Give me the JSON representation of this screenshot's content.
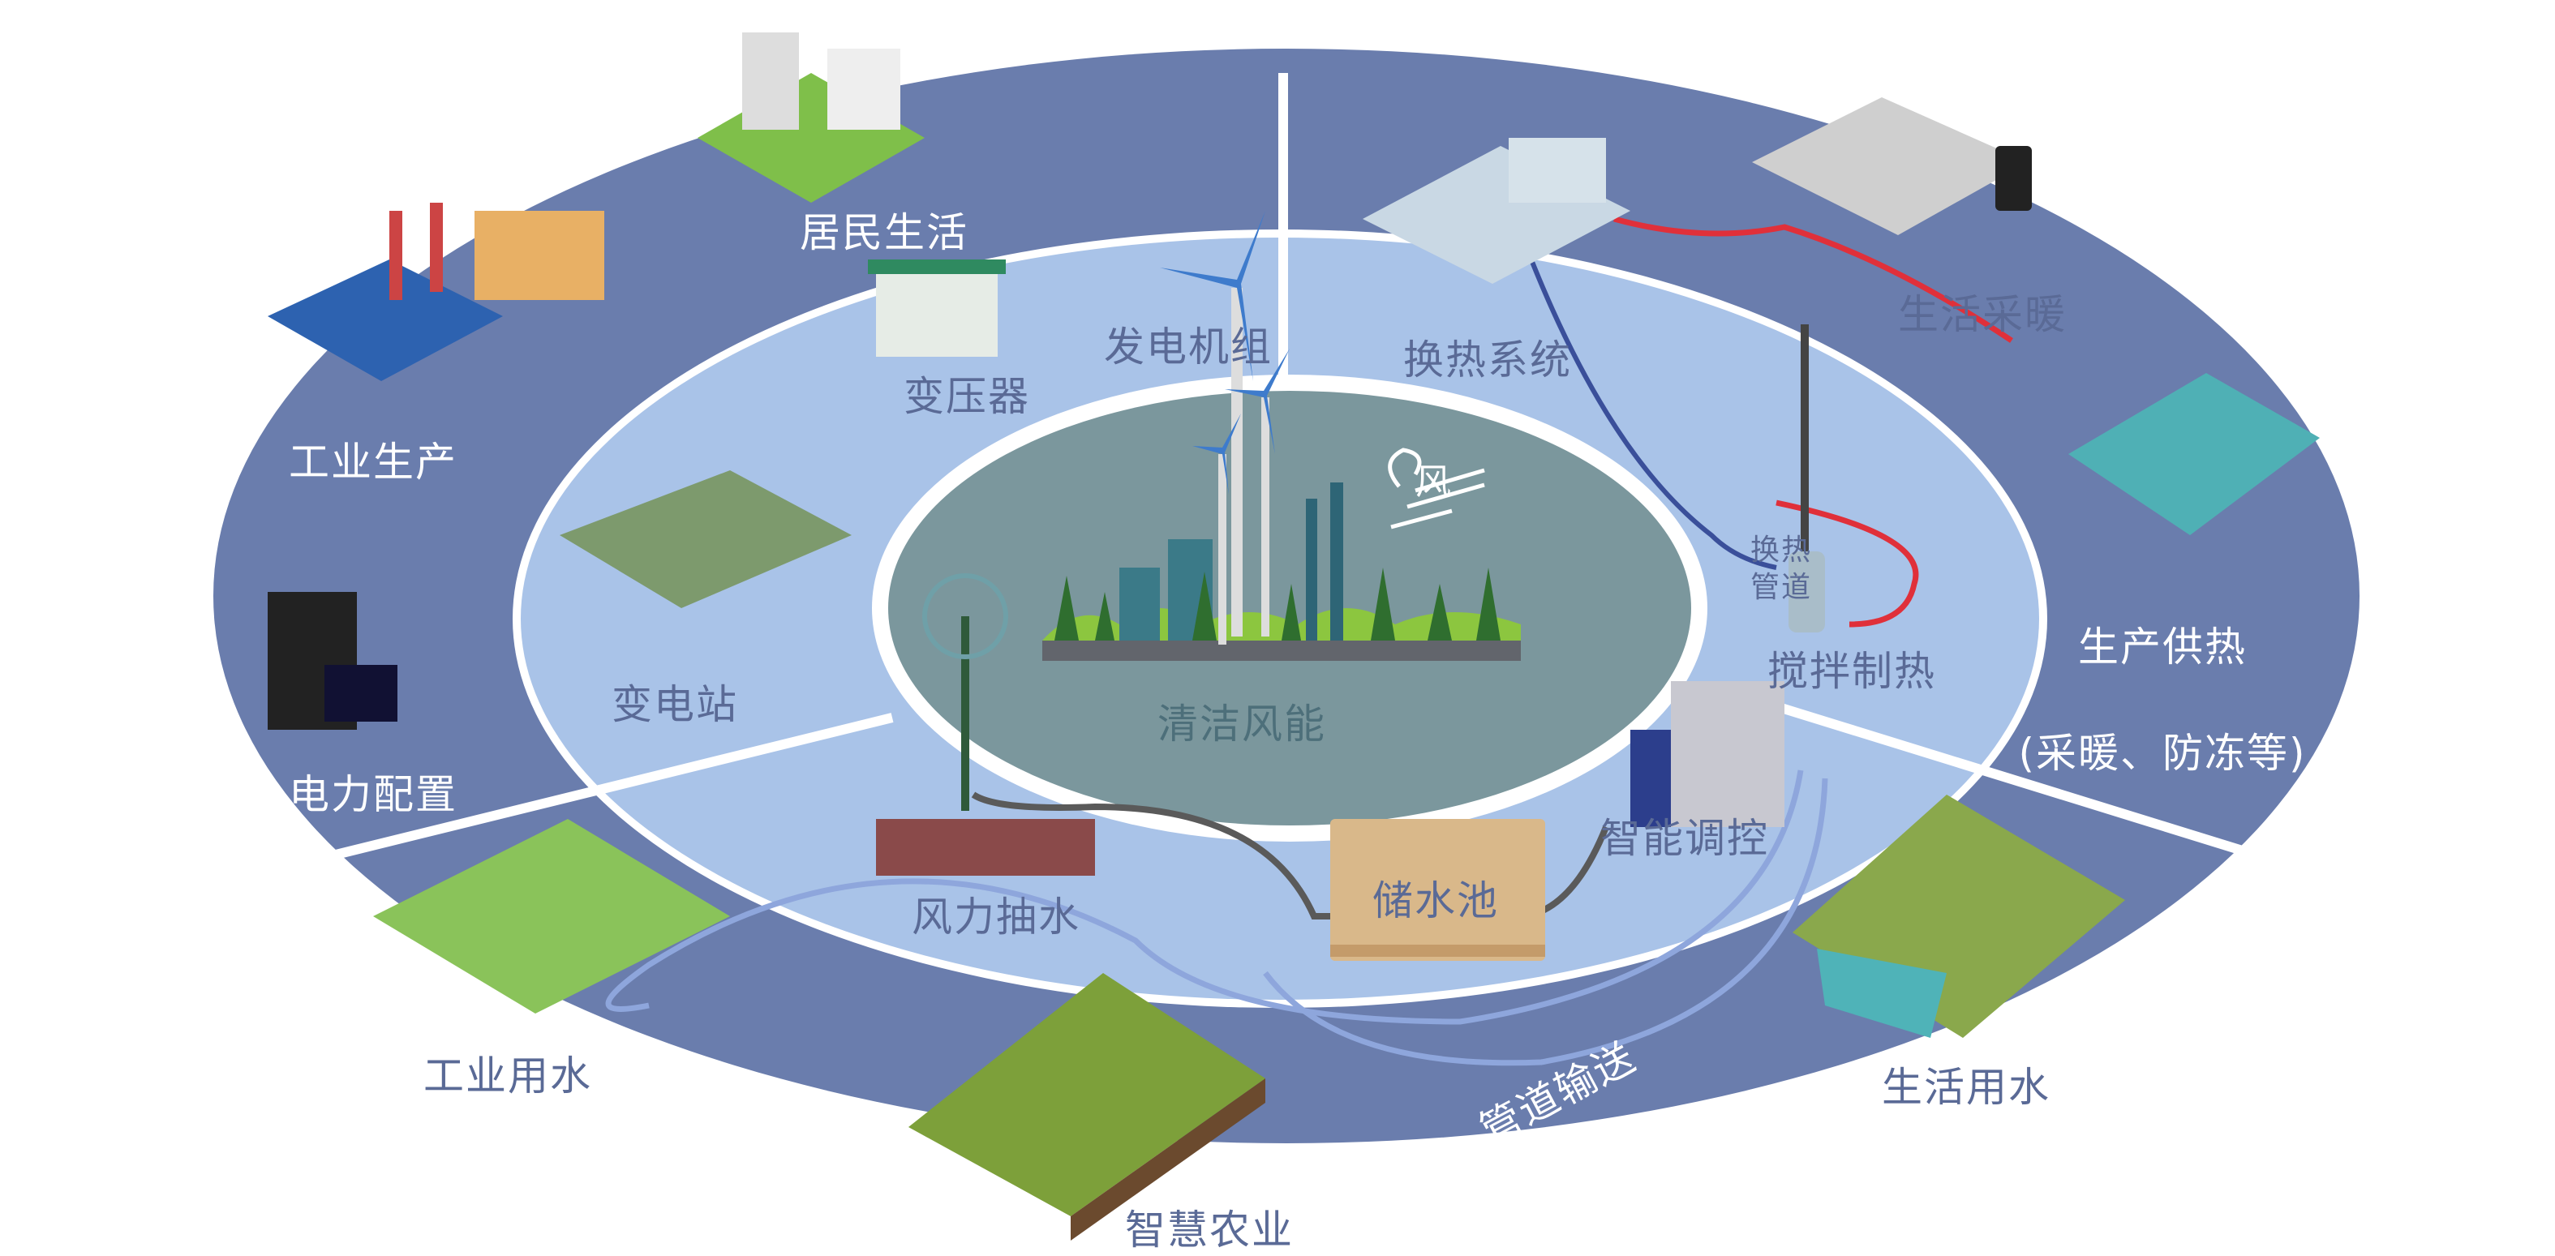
{
  "center": {
    "title": "清洁风能",
    "wind_glyph": "风"
  },
  "middle_ring": {
    "generator": "发电机组",
    "transformer": "变压器",
    "substation": "变电站",
    "heat_exchange_system": "换热系统",
    "heat_exchange_pipe": "换热管道",
    "stirring_heating": "搅拌制热",
    "wind_pumping": "风力抽水",
    "reservoir": "储水池",
    "smart_control": "智能调控"
  },
  "outer_ring": {
    "residential": "居民生活",
    "industrial_production": "工业生产",
    "power_allocation": "电力配置",
    "industrial_water": "工业用水",
    "smart_agriculture": "智慧农业",
    "pipeline_transport": "管道输送",
    "domestic_water": "生活用水",
    "domestic_heating": "生活采暖",
    "production_heating": "生产供热",
    "production_heating_note": "(采暖、防冻等)"
  },
  "colors": {
    "outer": "#6a7dad",
    "middle": "#a9c3e8",
    "inner": "#7b979d",
    "heat_pipe": "#e0303a",
    "water_pipe": "#8ea6dc"
  }
}
